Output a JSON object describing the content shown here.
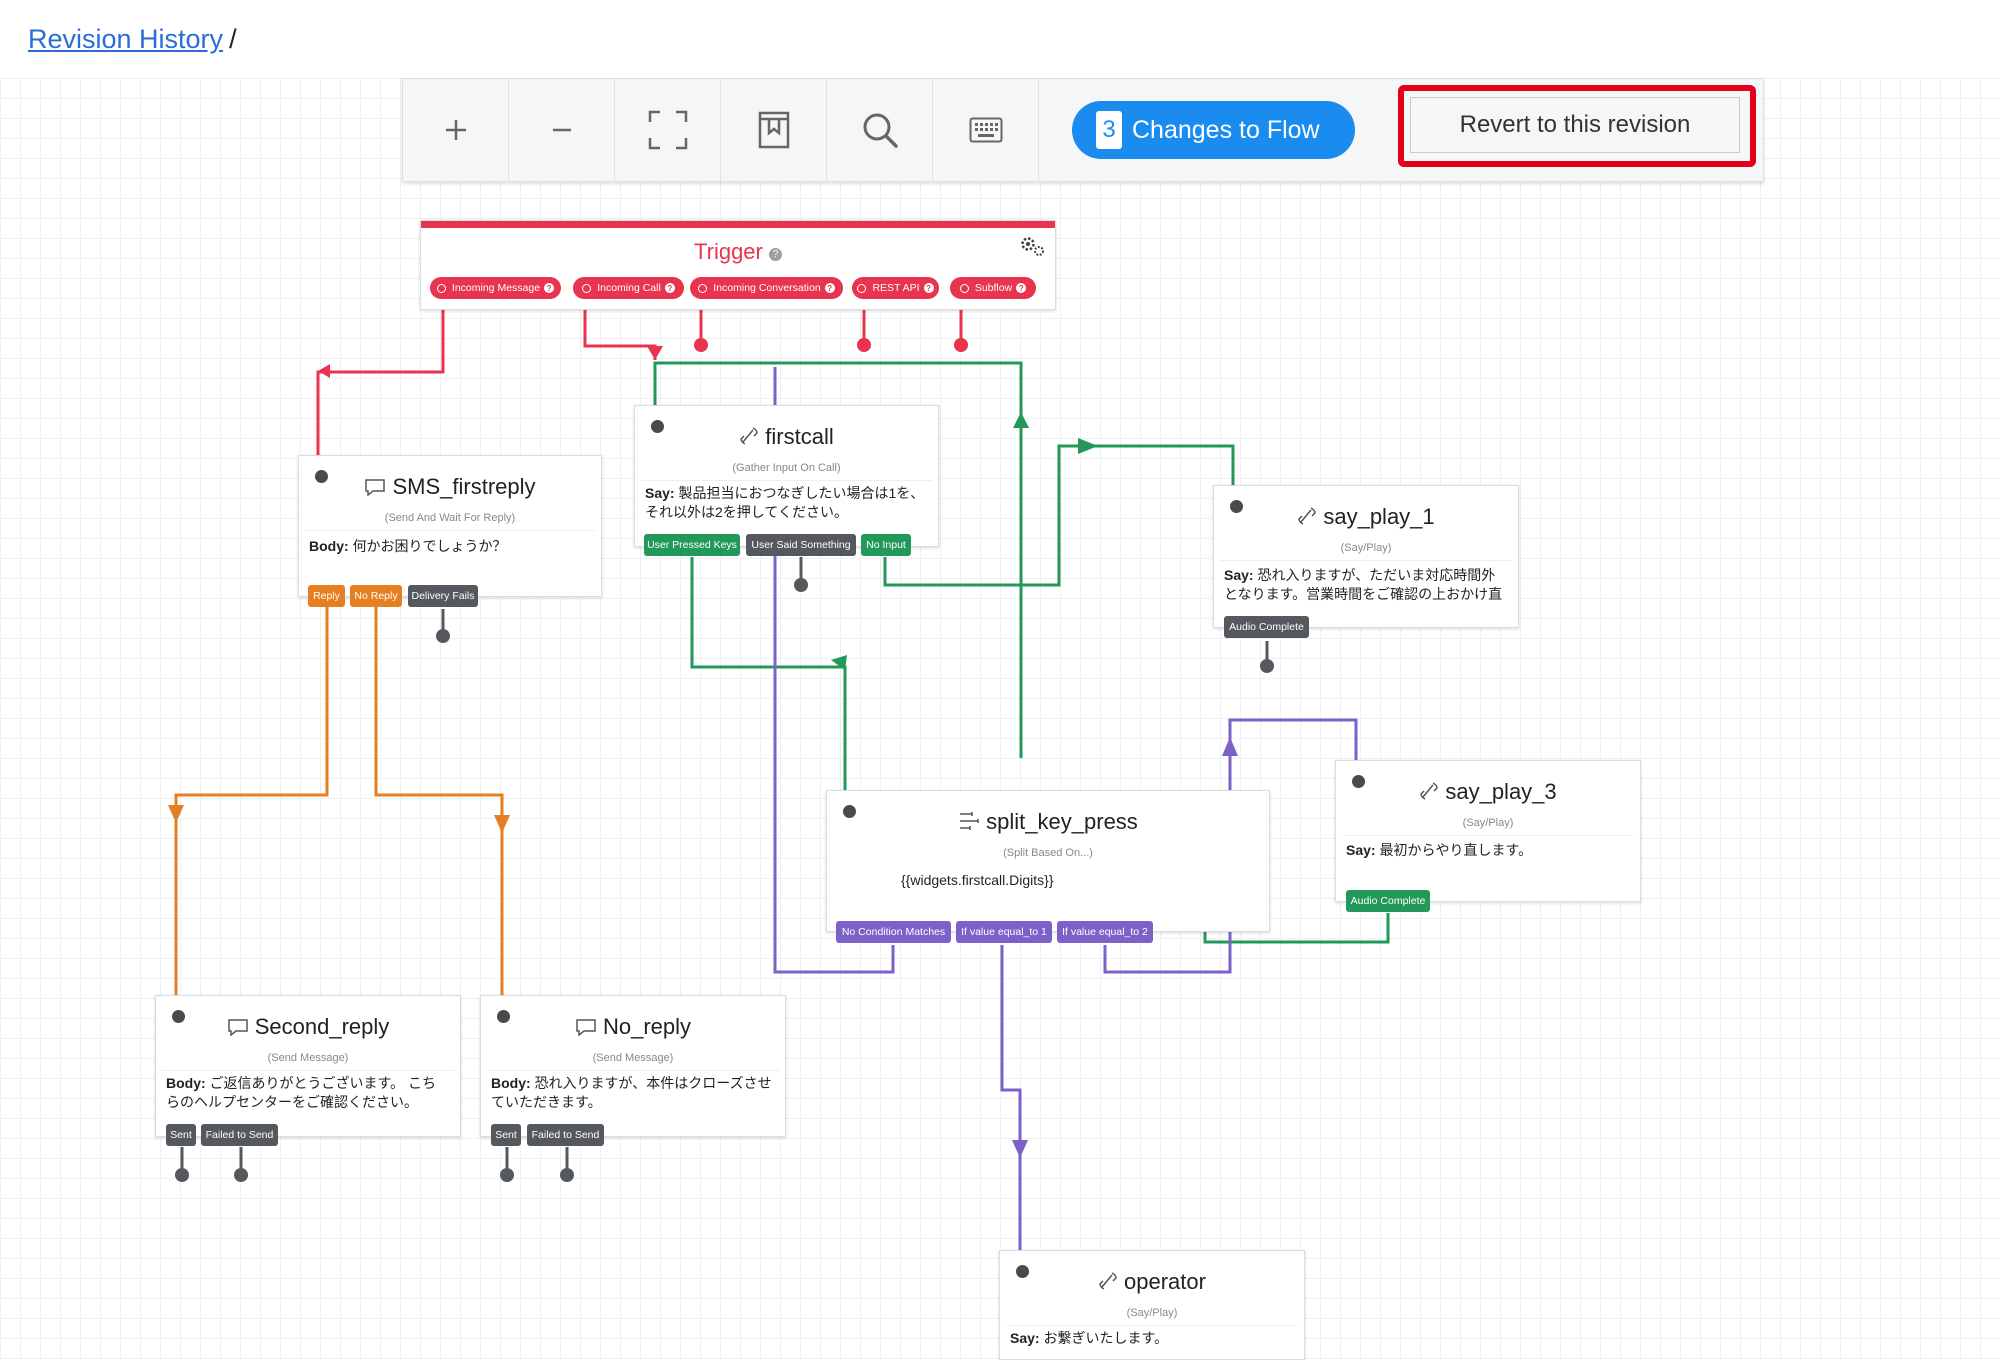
{
  "breadcrumb": {
    "link": "Revision History",
    "separator": "/"
  },
  "toolbar": {
    "changes_count": "3",
    "changes_label": "Changes to Flow",
    "revert_label": "Revert to this revision"
  },
  "colors": {
    "trigger": "#e8344e",
    "green": "#22985a",
    "purple": "#7b61c8",
    "orange": "#e67e22",
    "accent": "#1a8cf0",
    "highlight": "#e2001a"
  },
  "trigger": {
    "title": "Trigger",
    "buttons": [
      "Incoming Message",
      "Incoming Call",
      "Incoming Conversation",
      "REST API",
      "Subflow"
    ]
  },
  "widgets": {
    "sms_firstreply": {
      "title": "SMS_firstreply",
      "type": "(Send And Wait For Reply)",
      "body_label": "Body:",
      "body": "何かお困りでしょうか？",
      "transitions": [
        "Reply",
        "No Reply",
        "Delivery Fails"
      ]
    },
    "firstcall": {
      "title": "firstcall",
      "type": "(Gather Input On Call)",
      "body_label": "Say:",
      "body": "製品担当におつなぎしたい場合は1を、それ以外は2を押してください。",
      "transitions": [
        "User Pressed Keys",
        "User Said Something",
        "No Input"
      ]
    },
    "say_play_1": {
      "title": "say_play_1",
      "type": "(Say/Play)",
      "body_label": "Say:",
      "body": "恐れ入りますが、ただいま対応時間外となります。営業時間をご確認の上おかけ直",
      "transitions": [
        "Audio Complete"
      ]
    },
    "split_key_press": {
      "title": "split_key_press",
      "type": "(Split Based On...)",
      "body": "{{widgets.firstcall.Digits}}",
      "transitions": [
        "No Condition Matches",
        "If value equal_to 1",
        "If value equal_to 2"
      ]
    },
    "say_play_3": {
      "title": "say_play_3",
      "type": "(Say/Play)",
      "body_label": "Say:",
      "body": "最初からやり直します。",
      "transitions": [
        "Audio Complete"
      ]
    },
    "second_reply": {
      "title": "Second_reply",
      "type": "(Send Message)",
      "body_label": "Body:",
      "body": "ご返信ありがとうございます。 こちらのヘルプセンターをご確認ください。",
      "transitions": [
        "Sent",
        "Failed to Send"
      ]
    },
    "no_reply": {
      "title": "No_reply",
      "type": "(Send Message)",
      "body_label": "Body:",
      "body": "恐れ入りますが、本件はクローズさせていただきます。",
      "transitions": [
        "Sent",
        "Failed to Send"
      ]
    },
    "operator": {
      "title": "operator",
      "type": "(Say/Play)",
      "body_label": "Say:",
      "body": "お繋ぎいたします。"
    }
  }
}
